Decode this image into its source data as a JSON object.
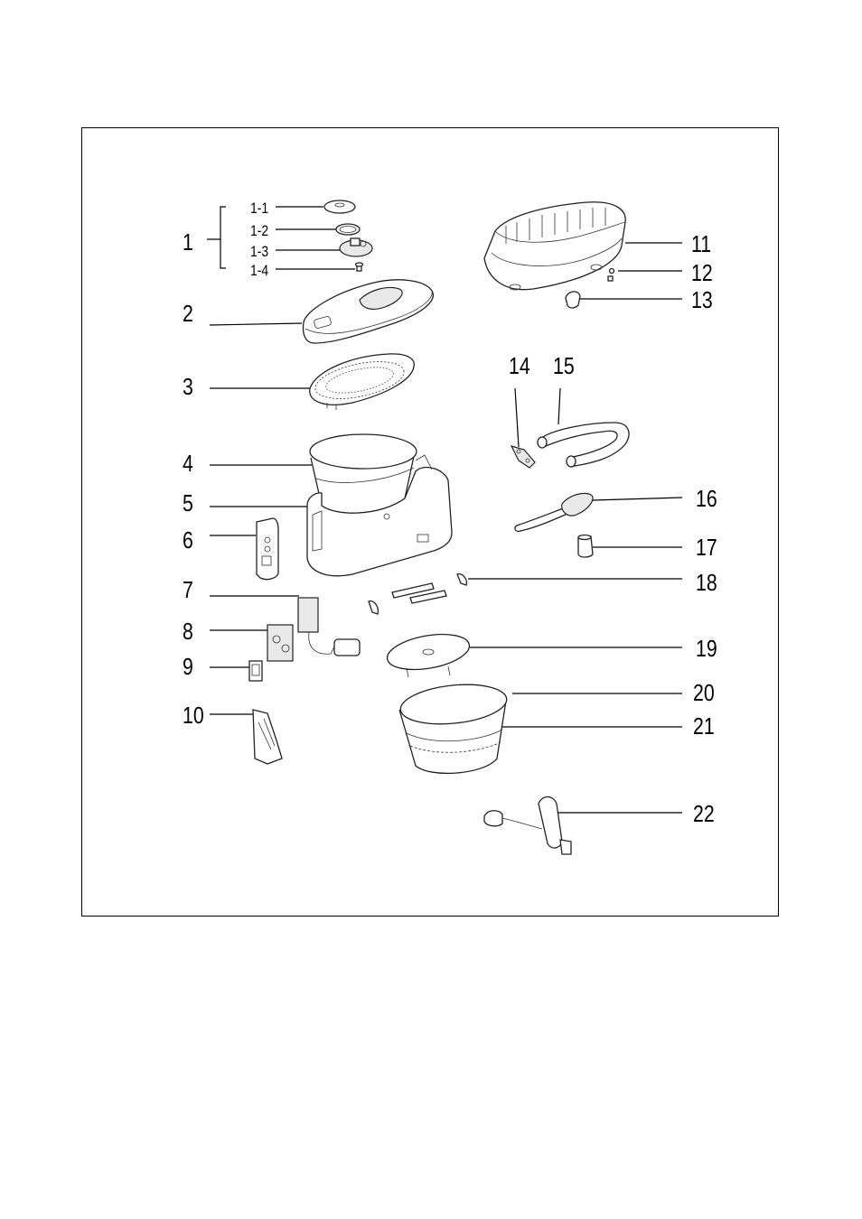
{
  "labels": {
    "p1": "1",
    "p1_1": "1-1",
    "p1_2": "1-2",
    "p1_3": "1-3",
    "p1_4": "1-4",
    "p2": "2",
    "p3": "3",
    "p4": "4",
    "p5": "5",
    "p6": "6",
    "p7": "7",
    "p8": "8",
    "p9": "9",
    "p10": "10",
    "p11": "11",
    "p12": "12",
    "p13": "13",
    "p14": "14",
    "p15": "15",
    "p16": "16",
    "p17": "17",
    "p18": "18",
    "p19": "19",
    "p20": "20",
    "p21": "21",
    "p22": "22"
  }
}
